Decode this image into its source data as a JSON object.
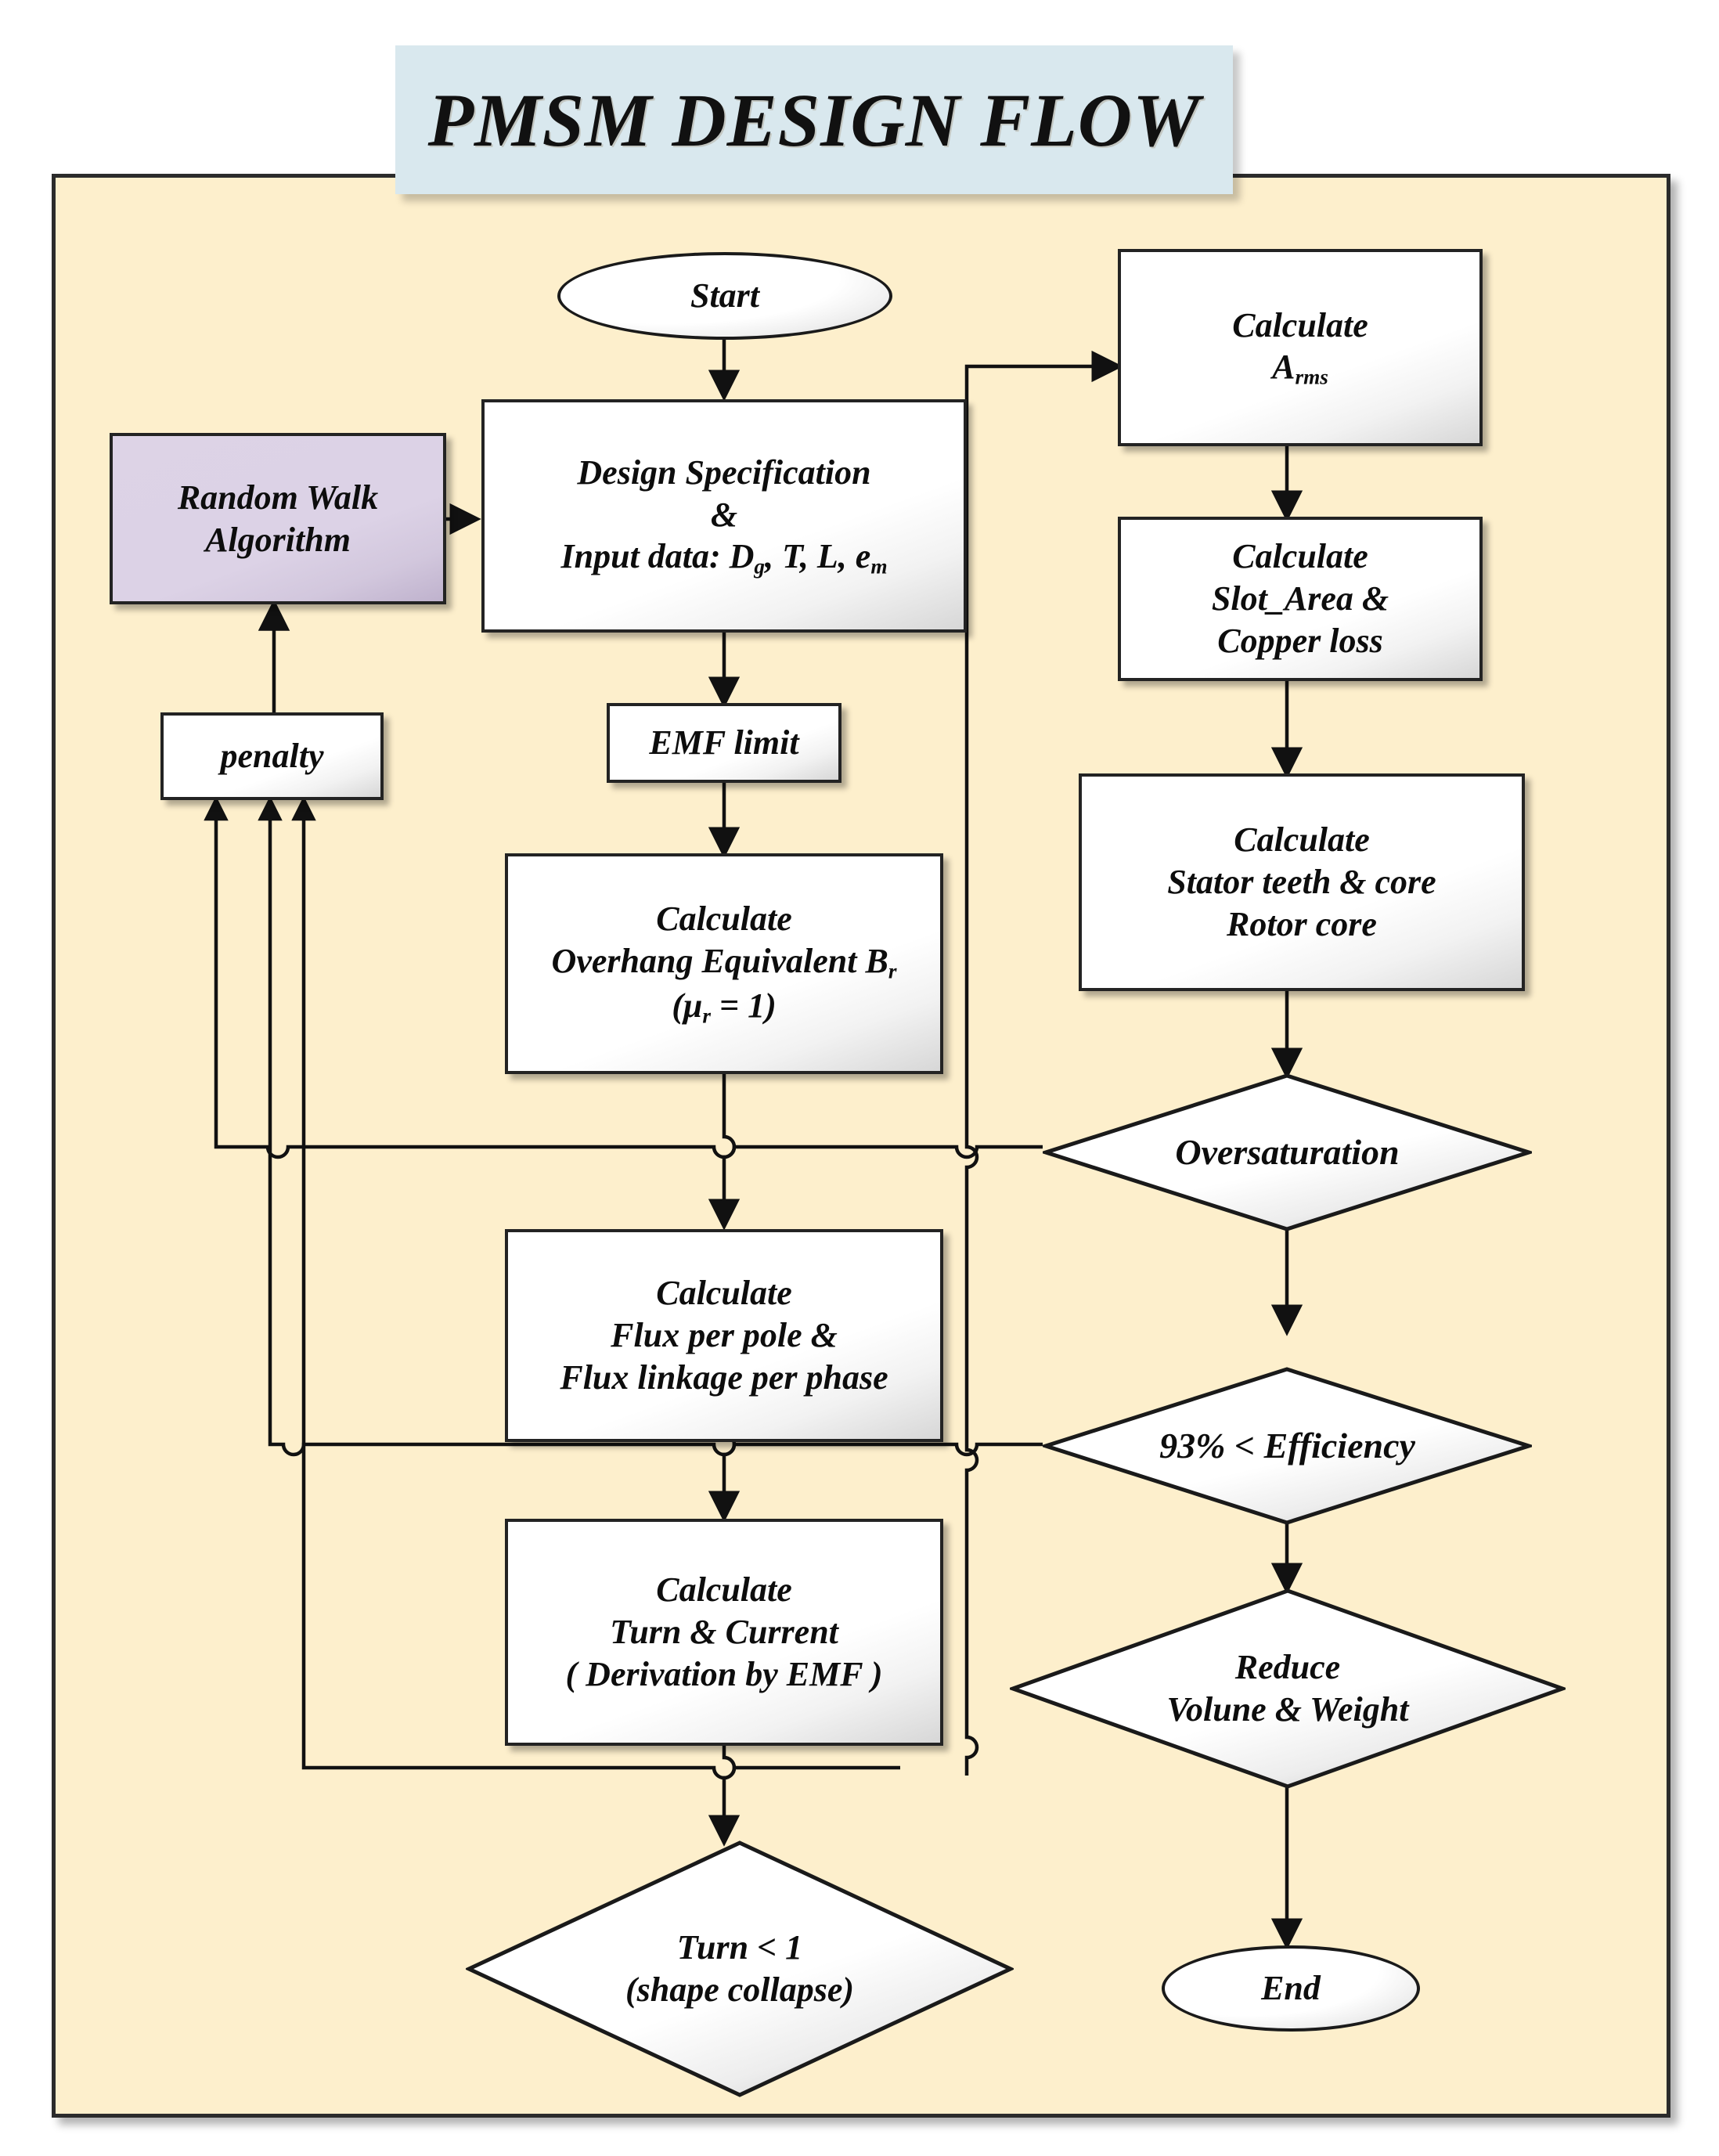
{
  "title": "PMSM DESIGN FLOW",
  "colors": {
    "panel_background": "#FDEFCC",
    "panel_border": "#2b2b2b",
    "title_background": "#D9E8EE",
    "node_fill": "#FFFFFF",
    "highlight_node_fill": "#DDD3E6",
    "edge": "#111111",
    "text": "#0d0d0d"
  },
  "nodes": {
    "start": {
      "label": "Start",
      "shape": "terminator"
    },
    "random_walk": {
      "label_line1": "Random Walk",
      "label_line2": "Algorithm",
      "shape": "process",
      "fill": "lavender"
    },
    "penalty": {
      "label": "penalty",
      "shape": "process"
    },
    "design_spec": {
      "line1": "Design Specification",
      "line2": "&",
      "line3_pre": "Input data: D",
      "line3_sub1": "g",
      "line3_mid": ", T, L, e",
      "line3_sub2": "m",
      "shape": "process"
    },
    "emf_limit": {
      "label": "EMF limit",
      "shape": "process"
    },
    "calc_overhang": {
      "line1": "Calculate",
      "line2_pre": "Overhang Equivalent B",
      "line2_sub": "r",
      "line3": "(μ",
      "line3_sub": "r",
      "line3_post": " =  1)",
      "shape": "process"
    },
    "calc_flux": {
      "line1": "Calculate",
      "line2": "Flux per pole &",
      "line3": "Flux linkage per phase",
      "shape": "process"
    },
    "calc_turn": {
      "line1": "Calculate",
      "line2": "Turn & Current",
      "line3": "( Derivation by EMF )",
      "shape": "process"
    },
    "turn_check": {
      "line1": "Turn < 1",
      "line2": "(shape collapse)",
      "shape": "decision"
    },
    "calc_arms": {
      "line1": "Calculate",
      "line2_pre": "A",
      "line2_sub": "rms",
      "shape": "process"
    },
    "calc_slot": {
      "line1": "Calculate",
      "line2": "Slot_Area &",
      "line3": "Copper loss",
      "shape": "process"
    },
    "calc_core": {
      "line1": "Calculate",
      "line2": "Stator teeth & core",
      "line3": "Rotor core",
      "shape": "process"
    },
    "oversaturation": {
      "label": "Oversaturation",
      "shape": "decision"
    },
    "efficiency": {
      "label": "93% < Efficiency",
      "shape": "decision"
    },
    "reduce": {
      "line1": "Reduce",
      "line2": "Volune & Weight",
      "shape": "decision"
    },
    "end": {
      "label": "End",
      "shape": "terminator"
    }
  },
  "edges": [
    {
      "from": "start",
      "to": "design_spec"
    },
    {
      "from": "random_walk",
      "to": "design_spec"
    },
    {
      "from": "penalty",
      "to": "random_walk"
    },
    {
      "from": "design_spec",
      "to": "emf_limit"
    },
    {
      "from": "emf_limit",
      "to": "calc_overhang"
    },
    {
      "from": "calc_overhang",
      "to": "calc_flux"
    },
    {
      "from": "calc_flux",
      "to": "calc_turn"
    },
    {
      "from": "calc_turn",
      "to": "turn_check"
    },
    {
      "from": "calc_turn",
      "to": "calc_arms"
    },
    {
      "from": "calc_arms",
      "to": "calc_slot"
    },
    {
      "from": "calc_slot",
      "to": "calc_core"
    },
    {
      "from": "calc_core",
      "to": "oversaturation"
    },
    {
      "from": "oversaturation",
      "to": "efficiency"
    },
    {
      "from": "oversaturation",
      "to": "penalty"
    },
    {
      "from": "efficiency",
      "to": "reduce"
    },
    {
      "from": "efficiency",
      "to": "penalty"
    },
    {
      "from": "turn_check",
      "to": "penalty"
    },
    {
      "from": "reduce",
      "to": "end"
    }
  ]
}
